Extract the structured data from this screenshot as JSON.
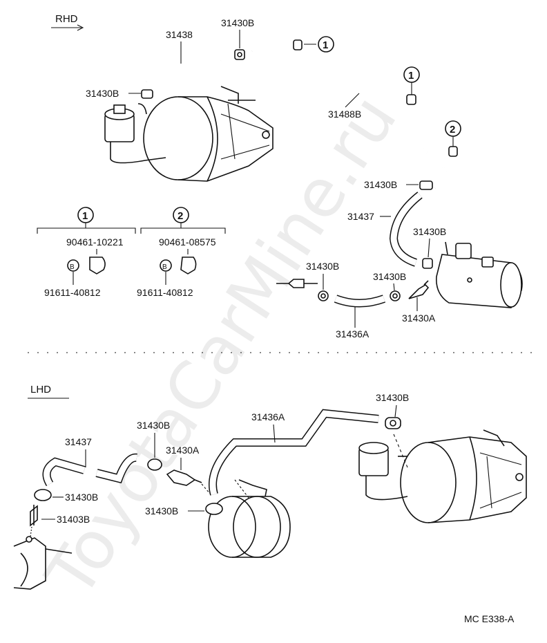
{
  "sections": {
    "rhd": "RHD",
    "lhd": "LHD"
  },
  "watermark": "ToyotaCarMine.ru",
  "footer": "MC  E338-A",
  "callouts": {
    "c1": "1",
    "c2": "2",
    "b": "B"
  },
  "rhd_labels": {
    "hose_31438": "31438",
    "clamp_top": "31430B",
    "clamp_left": "31430B",
    "pipe_31488b": "31488B",
    "clamp_mid": "31430B",
    "hose_31437": "31437",
    "clamp_right": "31430B",
    "clamp_lower_left": "31430B",
    "clamp_lower_mid": "31430B",
    "hose_31436a": "31436A",
    "valve_31430a": "31430A"
  },
  "legend": {
    "group1": {
      "part": "90461-10221",
      "bolt": "91611-40812"
    },
    "group2": {
      "part": "90461-08575",
      "bolt": "91611-40812"
    }
  },
  "lhd_labels": {
    "hose_31437": "31437",
    "clamp_a": "31430B",
    "valve_a": "31430A",
    "hose_31436a": "31436A",
    "clamp_top": "31430B",
    "clamp_left": "31430B",
    "fitting_31403b": "31403B",
    "clamp_bottom": "31430B"
  }
}
